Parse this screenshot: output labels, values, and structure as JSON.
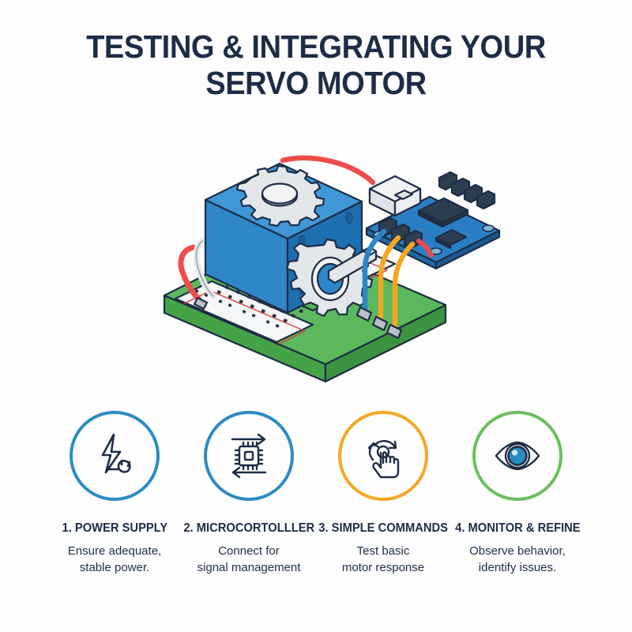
{
  "page": {
    "background_color": "#fdfdfd",
    "text_color": "#1e2d46"
  },
  "header": {
    "title_line1": "TESTING & INTEGRATING YOUR",
    "title_line2": "SERVO MOTOR"
  },
  "illustration": {
    "name": "isometric-servo-motor-breadboard-arduino",
    "components": {
      "motor_label": "servo motor",
      "board_label": "microcontroller board",
      "breadboard_label": "breadboard",
      "power_wire_label": "power wire",
      "signal_wires_label": "jumper wires"
    },
    "colors": {
      "motor_body": "#2f86c8",
      "motor_body_dark": "#1e6fb0",
      "motor_top": "#3f97d8",
      "gear_gray": "#e4e7ea",
      "gear_gray_dark": "#c3c8ce",
      "breadboard_green": "#5cb85c",
      "breadboard_green_dark": "#45a347",
      "breadboard_white": "#f4f6f7",
      "board_blue": "#2a7fc4",
      "board_blue_dark": "#1e6aa8",
      "wire_red": "#ef4b4b",
      "wire_blue": "#2e86c8",
      "wire_orange": "#f5a623",
      "outline": "#1e2d46"
    }
  },
  "steps": [
    {
      "number": "1",
      "icon": "power-plug-lightning-icon",
      "accent_color": "#2b8cc4",
      "title": "1. POWER SUPPLY",
      "desc_line1": "Ensure adequate,",
      "desc_line2": "stable power."
    },
    {
      "number": "2",
      "icon": "microchip-arrows-icon",
      "accent_color": "#2b8cc4",
      "title": "2. MICROCORTOLLLER",
      "desc_line1": "Connect for",
      "desc_line2": "signal management"
    },
    {
      "number": "3",
      "icon": "hand-tap-rotate-icon",
      "accent_color": "#f5a623",
      "title": "3. SIMPLE COMMANDS",
      "desc_line1": "Test basic",
      "desc_line2": "motor response"
    },
    {
      "number": "4",
      "icon": "eye-icon",
      "accent_color": "#6abf5e",
      "title": "4. MONITOR & REFINE",
      "desc_line1": "Observe behavior,",
      "desc_line2": "identify issues."
    }
  ]
}
